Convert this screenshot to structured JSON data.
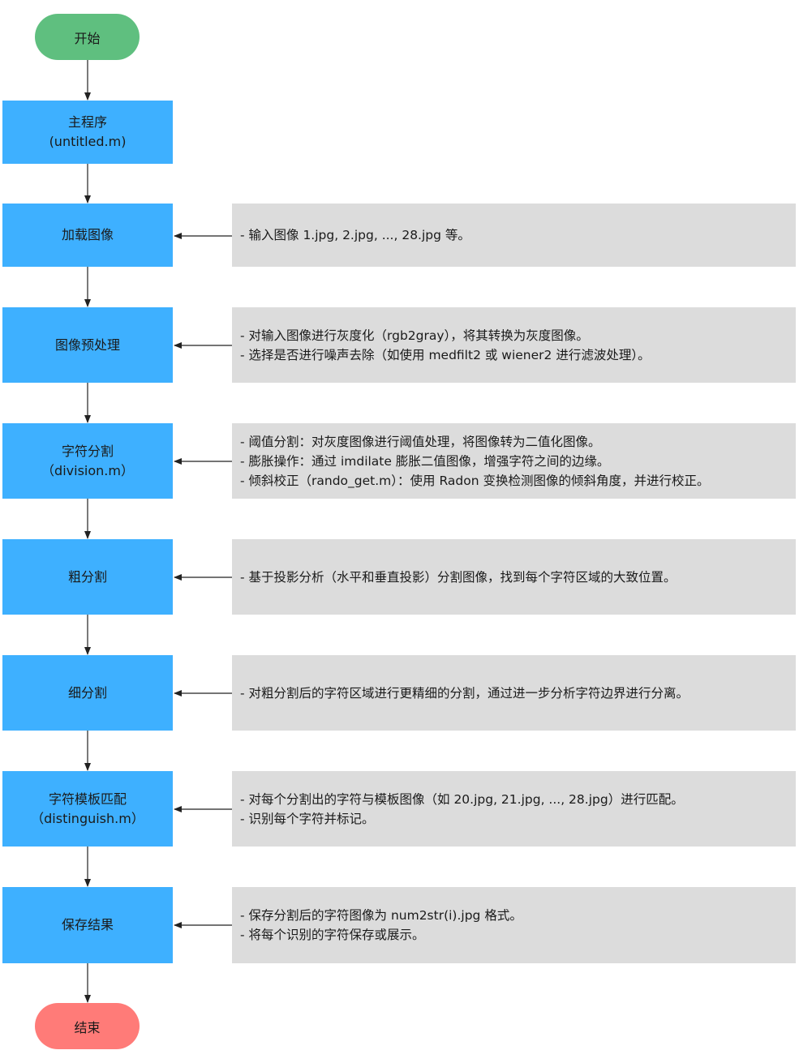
{
  "start": {
    "label": "开始",
    "color": "#5fbf7f"
  },
  "end": {
    "label": "结束",
    "color": "#ff7b78"
  },
  "step_color": "#3eb0ff",
  "note_color": "#dcdcdc",
  "steps": [
    {
      "title": "主程序",
      "subtitle": "(untitled.m)",
      "notes": []
    },
    {
      "title": "加载图像",
      "subtitle": "",
      "notes": [
        "- 输入图像 1.jpg, 2.jpg, ..., 28.jpg 等。"
      ]
    },
    {
      "title": "图像预处理",
      "subtitle": "",
      "notes": [
        "- 对输入图像进行灰度化（rgb2gray），将其转换为灰度图像。",
        "- 选择是否进行噪声去除（如使用 medfilt2 或 wiener2 进行滤波处理）。"
      ]
    },
    {
      "title": "字符分割",
      "subtitle": "（division.m）",
      "notes": [
        "- 阈值分割：对灰度图像进行阈值处理，将图像转为二值化图像。",
        "- 膨胀操作：通过 imdilate 膨胀二值图像，增强字符之间的边缘。",
        "- 倾斜校正（rando_get.m）：使用 Radon 变换检测图像的倾斜角度，并进行校正。"
      ]
    },
    {
      "title": "粗分割",
      "subtitle": "",
      "notes": [
        "- 基于投影分析（水平和垂直投影）分割图像，找到每个字符区域的大致位置。"
      ]
    },
    {
      "title": "细分割",
      "subtitle": "",
      "notes": [
        "- 对粗分割后的字符区域进行更精细的分割，通过进一步分析字符边界进行分离。"
      ]
    },
    {
      "title": "字符模板匹配",
      "subtitle": "（distinguish.m）",
      "notes": [
        "- 对每个分割出的字符与模板图像（如 20.jpg, 21.jpg, ..., 28.jpg）进行匹配。",
        "- 识别每个字符并标记。"
      ]
    },
    {
      "title": "保存结果",
      "subtitle": "",
      "notes": [
        "- 保存分割后的字符图像为 num2str(i).jpg 格式。",
        "- 将每个识别的字符保存或展示。"
      ]
    }
  ]
}
